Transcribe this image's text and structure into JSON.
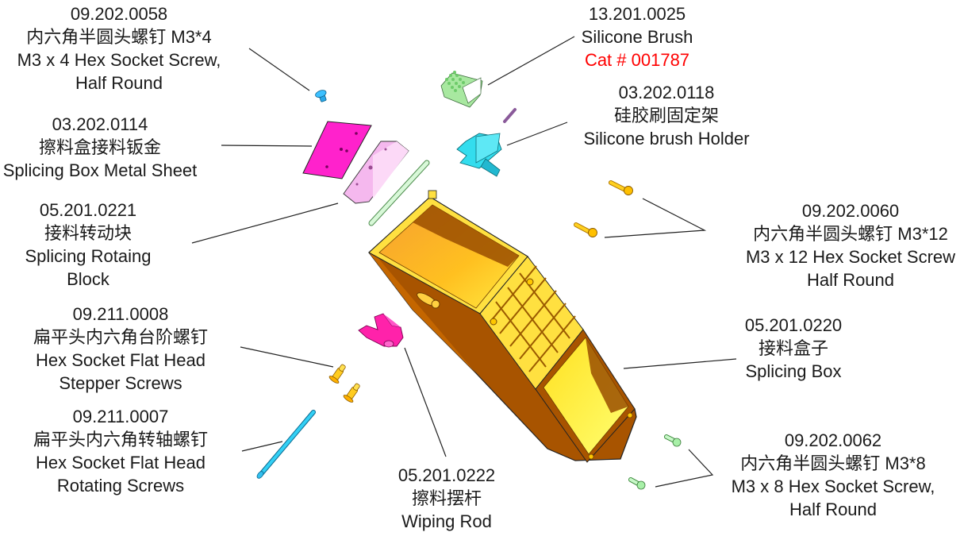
{
  "diagram": {
    "type": "exploded-assembly-view",
    "colors": {
      "leader_line": "#222222",
      "catalog_text": "#ff0000",
      "splicing_box": "#f0a020",
      "metal_sheet": "#ff22cc",
      "rotating_block": "#f5b8ee",
      "silicone_brush": "#9be39b",
      "brush_holder": "#33ddee",
      "blue_screw": "#2aa8e8",
      "orange_screw": "#f5b800",
      "green_screw": "#a8f0a8"
    },
    "callouts": [
      {
        "id": "m3x4-screw",
        "part_no": "09.202.0058",
        "cn": "内六角半圆头螺钉 M3*4",
        "en": [
          "M3 x 4 Hex Socket Screw,",
          "Half Round"
        ]
      },
      {
        "id": "metal-sheet",
        "part_no": "03.202.0114",
        "cn": "擦料盒接料钣金",
        "en": [
          "Splicing Box Metal Sheet"
        ]
      },
      {
        "id": "rotating-block",
        "part_no": "05.201.0221",
        "cn": "接料转动块",
        "en": [
          "Splicing Rotaing",
          "Block"
        ]
      },
      {
        "id": "stepper-screws",
        "part_no": "09.211.0008",
        "cn": "扁平头内六角台阶螺钉",
        "en": [
          "Hex Socket Flat Head",
          "Stepper Screws"
        ]
      },
      {
        "id": "rotating-screws",
        "part_no": "09.211.0007",
        "cn": "扁平头内六角转轴螺钉",
        "en": [
          "Hex Socket Flat Head",
          "Rotating Screws"
        ]
      },
      {
        "id": "wiping-rod",
        "part_no": "05.201.0222",
        "cn": "擦料摆杆",
        "en": [
          "Wiping Rod"
        ]
      },
      {
        "id": "silicone-brush",
        "part_no": "13.201.0025",
        "cn": "",
        "en": [
          "Silicone Brush"
        ],
        "catalog": "Cat # 001787"
      },
      {
        "id": "brush-holder",
        "part_no": "03.202.0118",
        "cn": "硅胶刷固定架",
        "en": [
          "Silicone brush Holder"
        ]
      },
      {
        "id": "m3x12-screw",
        "part_no": "09.202.0060",
        "cn": "内六角半圆头螺钉 M3*12",
        "en": [
          "M3 x 12 Hex Socket Screw",
          "Half Round"
        ]
      },
      {
        "id": "splicing-box",
        "part_no": "05.201.0220",
        "cn": "接料盒子",
        "en": [
          "Splicing Box"
        ]
      },
      {
        "id": "m3x8-screw",
        "part_no": "09.202.0062",
        "cn": "内六角半圆头螺钉 M3*8",
        "en": [
          "M3 x 8 Hex Socket Screw,",
          "Half Round"
        ]
      }
    ]
  }
}
